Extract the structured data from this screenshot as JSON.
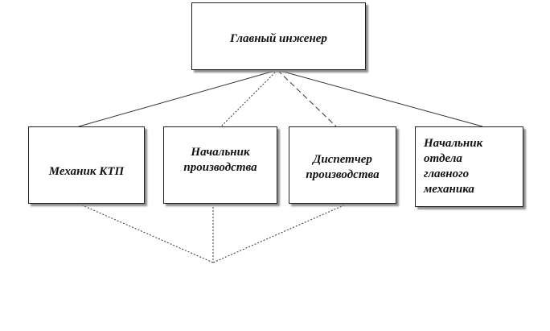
{
  "diagram": {
    "root": {
      "label": "Главный инженер"
    },
    "children": [
      {
        "label": "Механик КТП"
      },
      {
        "label": "Начальник\nпроизводства"
      },
      {
        "label": "Диспетчер\nпроизводства"
      },
      {
        "label": "Начальник\nотдела\nглавного\nмеханика"
      }
    ]
  }
}
